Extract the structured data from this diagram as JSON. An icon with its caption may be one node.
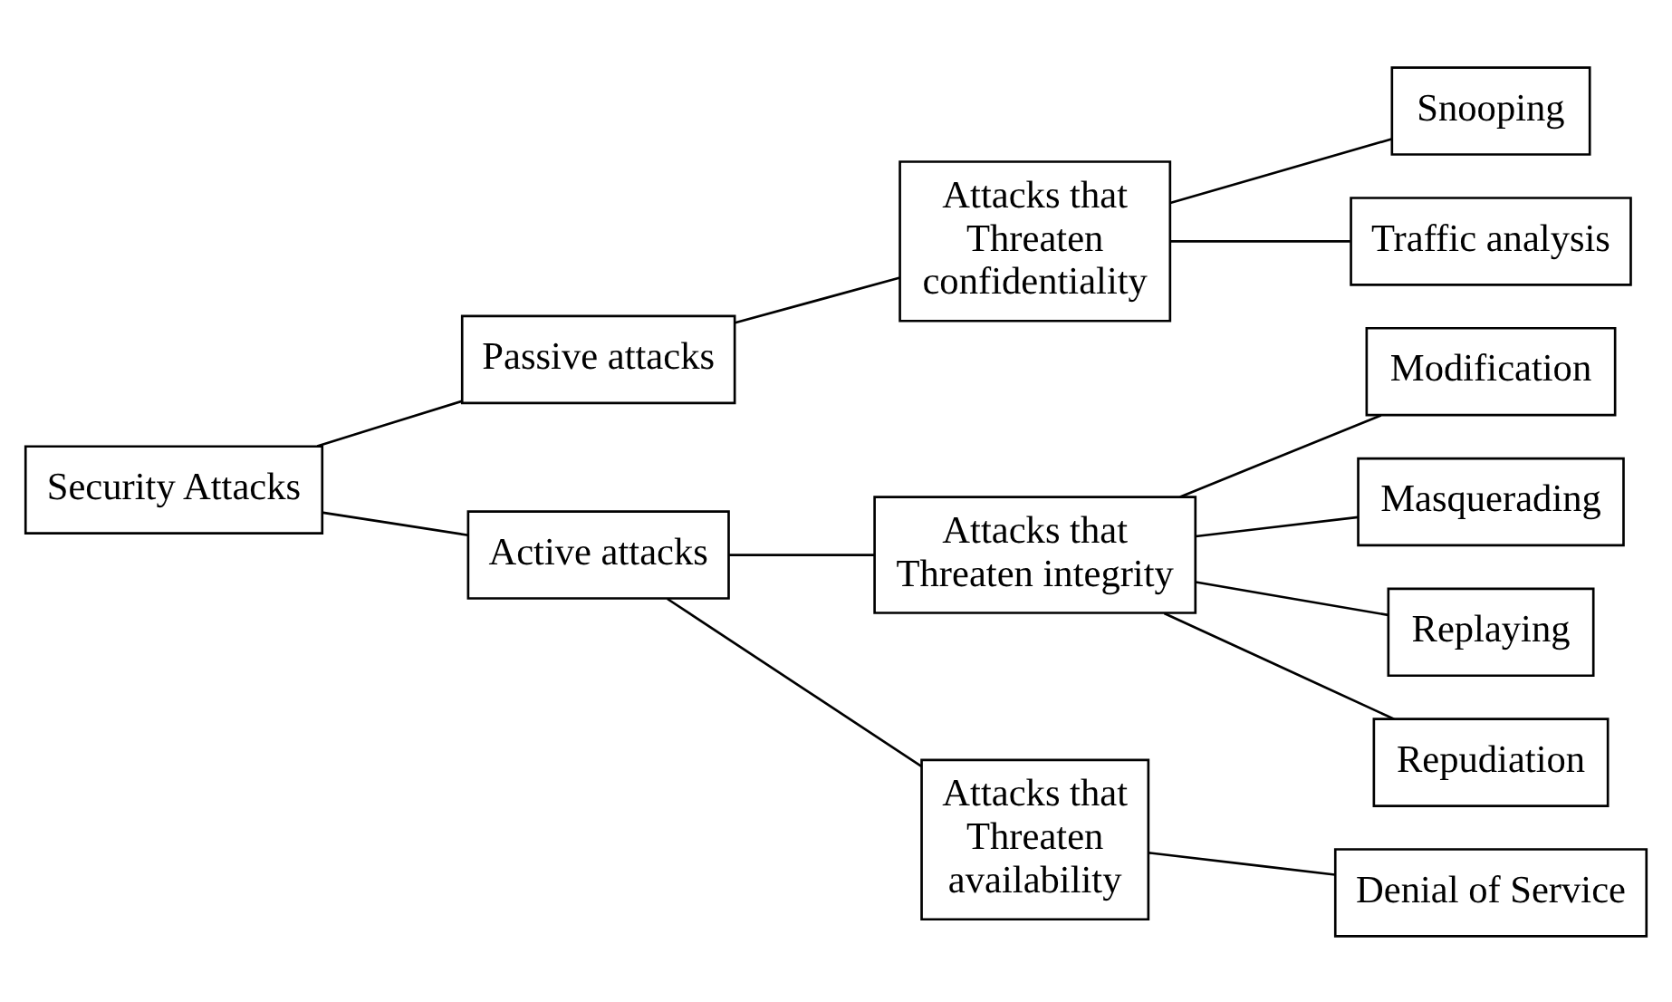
{
  "diagram": {
    "nodes": [
      {
        "text": [
          "Security Attacks"
        ]
      },
      {
        "text": [
          "Passive attacks"
        ]
      },
      {
        "text": [
          "Active attacks"
        ]
      },
      {
        "text": [
          "Attacks that Threaten confidentiality"
        ]
      },
      {
        "text": [
          "Snooping"
        ]
      },
      {
        "text": [
          "Traffic analysis"
        ]
      },
      {
        "text": [
          "Attacks that Threaten integrity"
        ]
      },
      {
        "text": [
          "Modification"
        ]
      },
      {
        "text": [
          "Masquerading"
        ]
      },
      {
        "text": [
          "Replaying"
        ]
      },
      {
        "text": [
          "Repudiation"
        ]
      },
      {
        "text": [
          "Attacks that Threaten availability"
        ]
      },
      {
        "text": [
          "Denial of Service"
        ]
      }
    ],
    "edges": [
      {
        "from": 0,
        "to": 1,
        "arrow": "none"
      },
      {
        "from": 0,
        "to": 2,
        "arrow": "none"
      },
      {
        "from": 1,
        "to": 3,
        "arrow": "none"
      },
      {
        "from": 3,
        "to": 4,
        "arrow": "none"
      },
      {
        "from": 3,
        "to": 5,
        "arrow": "none"
      },
      {
        "from": 2,
        "to": 6,
        "arrow": "none"
      },
      {
        "from": 2,
        "to": 11,
        "arrow": "none"
      },
      {
        "from": 6,
        "to": 7,
        "arrow": "none"
      },
      {
        "from": 6,
        "to": 8,
        "arrow": "none"
      },
      {
        "from": 6,
        "to": 9,
        "arrow": "none"
      },
      {
        "from": 6,
        "to": 10,
        "arrow": "none"
      },
      {
        "from": 11,
        "to": 12,
        "arrow": "none"
      }
    ]
  }
}
